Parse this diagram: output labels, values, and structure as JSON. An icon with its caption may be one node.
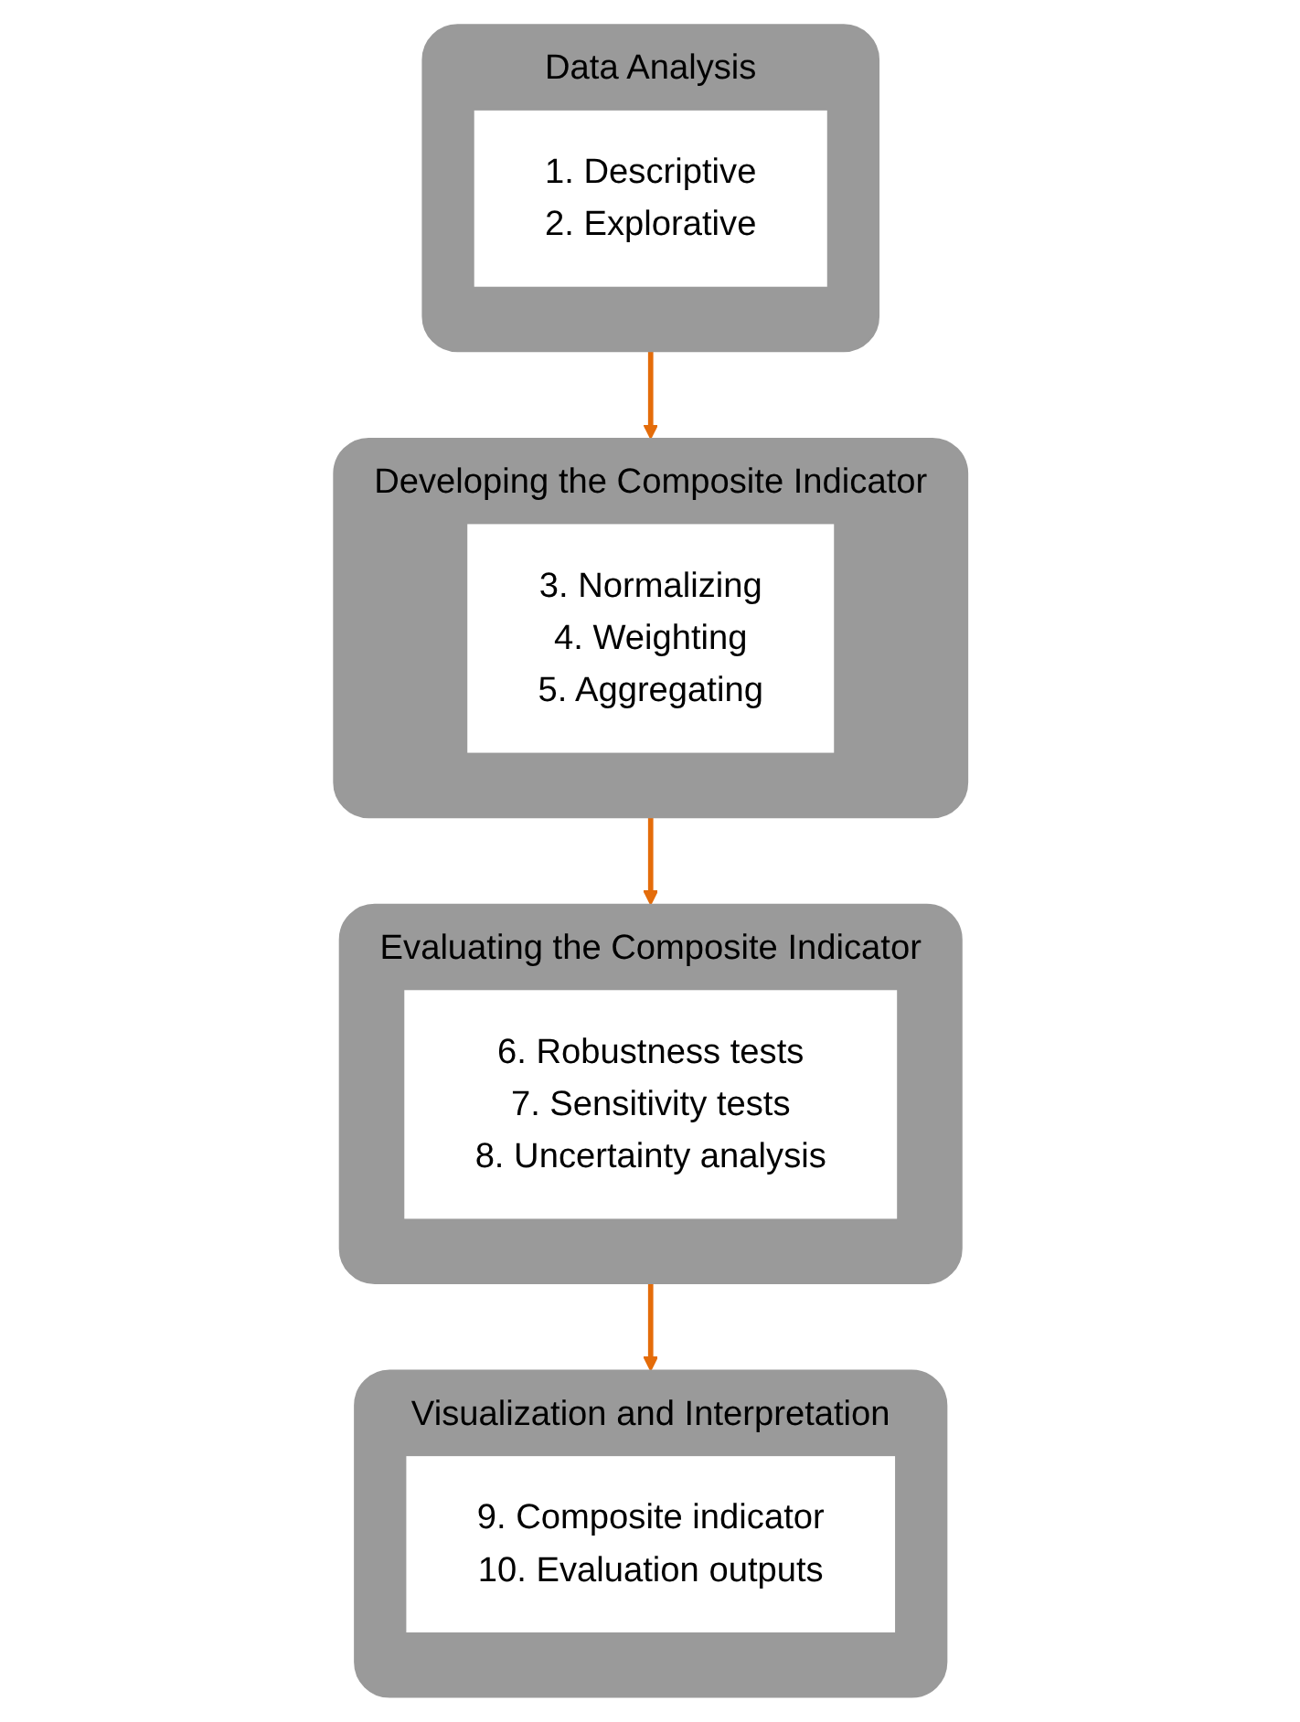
{
  "diagram": {
    "nodes": [
      {
        "text": [
          "Data Analysis"
        ]
      },
      {
        "text": [
          "1. Descriptive",
          "2. Explorative"
        ],
        "in": 0
      },
      {
        "text": [
          "Developing the Composite Indicator"
        ]
      },
      {
        "text": [
          "3. Normalizing",
          "4. Weighting",
          "5. Aggregating"
        ],
        "in": 2
      },
      {
        "text": [
          "Evaluating the Composite Indicator"
        ]
      },
      {
        "text": [
          "6. Robustness tests",
          "7. Sensitivity tests",
          "8. Uncertainty analysis"
        ],
        "in": 4
      },
      {
        "text": [
          "Visualization and Interpretation"
        ]
      },
      {
        "text": [
          "9. Composite indicator",
          "10. Evaluation outputs"
        ],
        "in": 6
      }
    ],
    "edges": [
      {
        "from": 0,
        "to": 2,
        "arrow": "to",
        "color": "#e46c0a"
      },
      {
        "from": 2,
        "to": 4,
        "arrow": "to",
        "color": "#e46c0a"
      },
      {
        "from": 4,
        "to": 6,
        "arrow": "to",
        "color": "#e46c0a"
      }
    ]
  }
}
